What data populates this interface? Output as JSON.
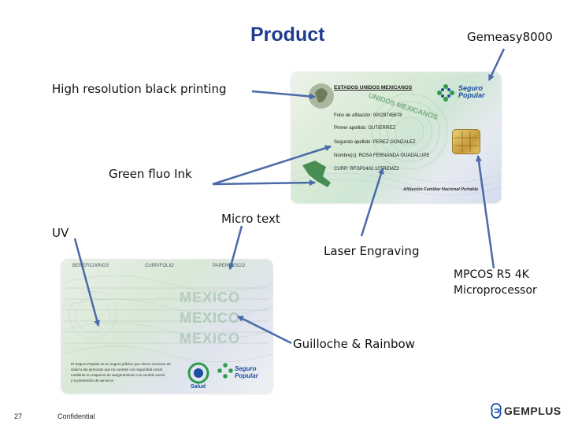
{
  "title": "Product",
  "labels": {
    "gemeasy": "Gemeasy8000",
    "high_res": "High resolution black printing",
    "green_fluo": "Green fluo Ink",
    "uv": "UV",
    "micro_text": "Micro text",
    "laser": "Laser Engraving",
    "mpcos_line1": "MPCOS R5 4K",
    "mpcos_line2": "Microprocessor",
    "guilloche": "Guilloche & Rainbow"
  },
  "card_front": {
    "header": "ESTADOS UNIDOS MEXICANOS",
    "seguro_line1": "Seguro",
    "seguro_line2": "Popular",
    "field1": "Folio de afiliación: 00029745678",
    "field2": "Primer apellido: GUTIERREZ",
    "field3": "Segundo apellido: PEREZ GONZALEZ",
    "field4": "Nombre(s): ROSA FERNANDA GUADALUPE",
    "field5": "CURP: RFGP2402 10TREMZ2",
    "footer": "Afiliación Familiar Nacional Portable",
    "arc_text": "UNIDOS MEXICANOS"
  },
  "card_back": {
    "col1": "BENEFICIARIOS",
    "col2": "CURP/FOLIO",
    "col3": "PARENTESCO",
    "watermark": "MEXICO",
    "fineprint1": "El Seguro Popular es un seguro público que ofrece servicios de",
    "fineprint2": "salud a las personas que no cuentan con seguridad social",
    "fineprint3": "mediante un esquema de aseguramiento con sentido social",
    "fineprint4": "y la prestación de servicios",
    "salud": "Salud",
    "seguro_line1": "Seguro",
    "seguro_line2": "Popular"
  },
  "footer": {
    "page_number": "27",
    "confidential": "Confidential",
    "logo": "GEMPLUS"
  },
  "colors": {
    "title": "#1f3d8c",
    "arrow": "#4a6aa8",
    "seguro_blue": "#1b4ea0",
    "seguro_green": "#2e9a4c"
  }
}
